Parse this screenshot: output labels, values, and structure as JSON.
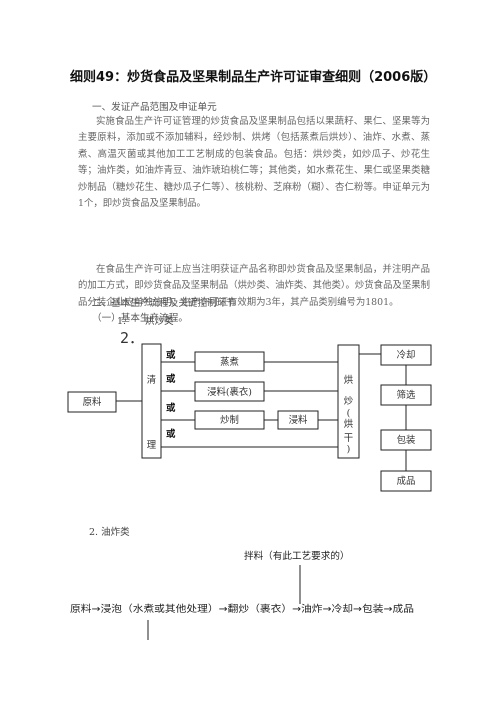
{
  "title": "细则49：炒货食品及坚果制品生产许可证审查细则（2006版）",
  "section1": "一、发证产品范围及申证单元",
  "para1": "实施食品生产许可证管理的炒货食品及坚果制品包括以果蔬籽、果仁、坚果等为主要原料，添加或不添加辅料，经炒制、烘烤（包括蒸煮后烘炒）、油炸、水煮、蒸煮、高温灭菌或其他加工工艺制成的包装食品。包括：烘炒类，如炒瓜子、炒花生等；油炸类，如油炸青豆、油炸琥珀桃仁等；其他类，如水煮花生、果仁或坚果类糖炒制品（糖炒花生、糖炒瓜子仁等）、核桃粉、芝麻粉（糊）、杏仁粉等。申证单元为1个，即炒货食品及坚果制品。",
  "para2": "在食品生产许可证上应当注明获证产品名称即炒货食品及坚果制品，并注明产品的加工方式，即炒货食品及坚果制品（烘炒类、油炸类、其他类）。炒货食品及坚果制品分装企业应单独注明。生产许可证有效期为3年，其产品类别编号为1801。",
  "section2": "二、基本生产流程及关键控制环节",
  "subsection": "（一）基本生产流程。",
  "item1": "1.　　烘炒类",
  "item1b": "2．",
  "flow1": {
    "raw": "原料",
    "clean_top": "清",
    "clean_bottom": "理",
    "or": "或",
    "steam": "蒸煮",
    "soak_coat": "浸料(裹衣)",
    "stir_fry": "炒制",
    "soak": "浸料",
    "bake_chars": [
      "烘",
      "炒",
      "(",
      "烘",
      "干",
      ")"
    ],
    "cool": "冷却",
    "screen": "筛选",
    "pack": "包装",
    "product": "成品"
  },
  "item2": "2. 油炸类",
  "flow2": {
    "mix": "拌料（有此工艺要求的）",
    "line": "原料→浸泡（水煮或其他处理）→翻炒（裹衣）→油炸→冷却→包装→成品"
  }
}
